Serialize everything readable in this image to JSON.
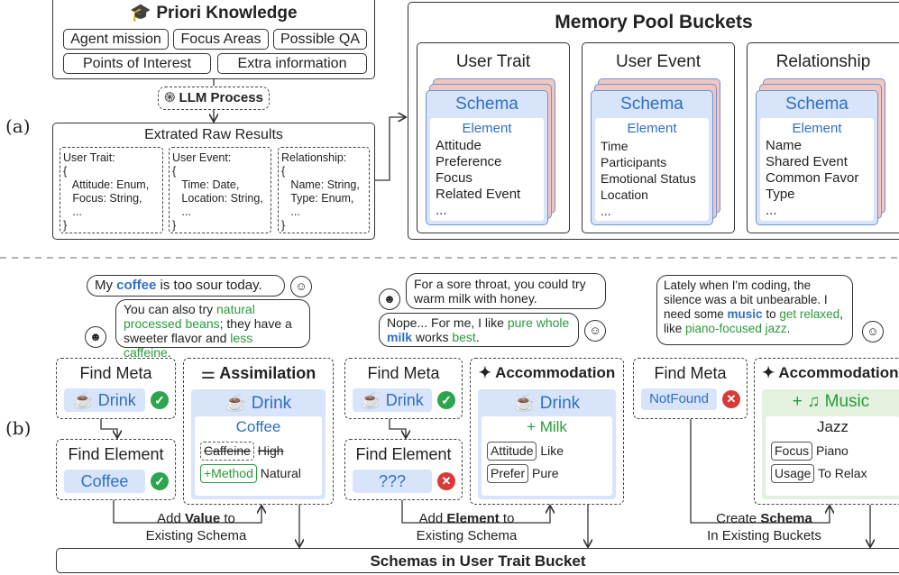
{
  "labels": {
    "a": "(a)",
    "b": "(b)"
  },
  "priori": {
    "title": "Priori Knowledge",
    "chips": [
      "Agent mission",
      "Focus Areas",
      "Possible QA",
      "Points of Interest",
      "Extra information"
    ]
  },
  "llm": {
    "label": "LLM Process"
  },
  "raw": {
    "title": "Extrated Raw Results",
    "cols": [
      "User Trait:\n{\n   Attitude: Enum,\n   Focus: String,\n   ...\n}",
      "User Event:\n{\n   Time: Date,\n   Location: String,\n   ...\n}",
      "Relationship:\n{\n   Name: String,\n   Type: Enum,\n   ...\n}"
    ]
  },
  "pool": {
    "title": "Memory Pool Buckets",
    "buckets": [
      {
        "title": "User Trait",
        "schema": "Schema",
        "element": "Element",
        "items": [
          "Attitude",
          "Preference",
          "Focus",
          "Related Event",
          "..."
        ]
      },
      {
        "title": "User Event",
        "schema": "Schema",
        "element": "Element",
        "items": [
          "Time",
          "Participants",
          "Emotional Status",
          "Location",
          "..."
        ]
      },
      {
        "title": "Relationship",
        "schema": "Schema",
        "element": "Element",
        "items": [
          "Name",
          "Shared Event",
          "Common Favor",
          "Type",
          "..."
        ]
      }
    ]
  },
  "dialog1": {
    "user_pre": "My ",
    "user_hl": "coffee",
    "user_post": " is too sour today.",
    "agent_1": "You can also try ",
    "agent_hl1": "natural processed beans",
    "agent_2": "; they have a sweeter flavor and ",
    "agent_hl2": "less caffeine",
    "agent_3": "."
  },
  "dialog2": {
    "agent": "For a sore throat, you could try warm milk with honey.",
    "user_1": "Nope... For me, I like ",
    "user_hl1": "pure whole",
    "user_hl2": "milk",
    "user_2": " works ",
    "user_hl3": "best",
    "user_3": "."
  },
  "dialog3": {
    "user_1": "Lately when I'm coding, the silence was a bit unbearable. I need some ",
    "user_hl1": "music",
    "user_2": " to ",
    "user_hl2": "get relaxed",
    "user_3": ", like ",
    "user_hl3": "piano-focused jazz",
    "user_4": "."
  },
  "case1": {
    "find_meta": "Find Meta",
    "meta_value": "Drink",
    "find_element": "Find Element",
    "element_value": "Coffee",
    "op_title": "Assimilation",
    "schema": "Drink",
    "element": "Coffee",
    "row1_tag": "Caffeine",
    "row1_val": "High",
    "row2_tag": "+Method",
    "row2_val": "Natural",
    "arrow_pre": "Add ",
    "arrow_bold": "Value",
    "arrow_post": " to",
    "arrow_line2": "Existing Schema"
  },
  "case2": {
    "find_meta": "Find Meta",
    "meta_value": "Drink",
    "find_element": "Find Element",
    "element_value": "???",
    "op_title": "Accommodation",
    "schema": "Drink",
    "element": "+ Milk",
    "row1_tag": "Attitude",
    "row1_val": "Like",
    "row2_tag": "Prefer",
    "row2_val": "Pure",
    "arrow_pre": "Add ",
    "arrow_bold": "Element",
    "arrow_post": " to",
    "arrow_line2": "Existing Schema"
  },
  "case3": {
    "find_meta": "Find Meta",
    "meta_value": "NotFound",
    "op_title": "Accommodation",
    "schema": "+ ♫ Music",
    "element": "Jazz",
    "row1_tag": "Focus",
    "row1_val": "Piano",
    "row2_tag": "Usage",
    "row2_val": "To Relax",
    "arrow_pre": "Create ",
    "arrow_bold": "Schema",
    "arrow_line2": "In Existing Buckets"
  },
  "bottom": {
    "label": "Schemas in User Trait Bucket"
  },
  "colors": {
    "blue": "#2f6fc4",
    "green": "#2a9a3a",
    "schema_bg": "#d7e4fa",
    "green_bg": "#e2f2df",
    "stack_back": "#f0c6c0"
  }
}
